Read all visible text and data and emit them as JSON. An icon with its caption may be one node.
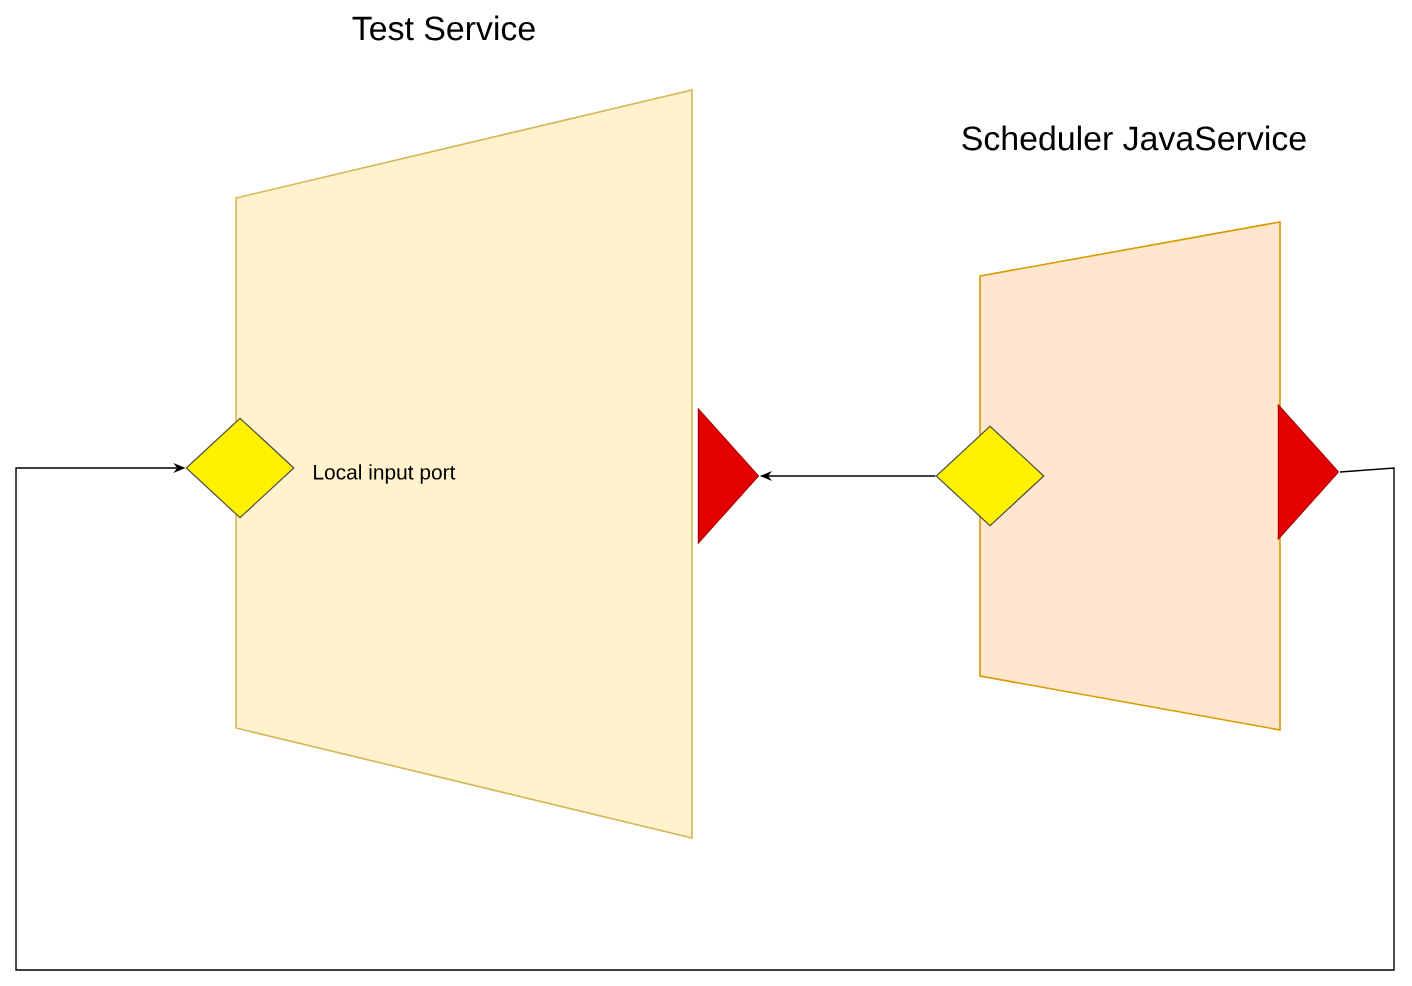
{
  "diagram": {
    "nodes": [
      {
        "text": [
          "Test Service"
        ]
      },
      {
        "text": [
          "Scheduler JavaService"
        ]
      },
      {
        "text": [],
        "shape": "diamond"
      },
      {
        "text": [],
        "shape": "triangle"
      },
      {
        "text": [],
        "shape": "diamond"
      },
      {
        "text": [],
        "shape": "triangle"
      }
    ],
    "edges": [
      {
        "from": 4,
        "to": 3,
        "arrow": "to"
      },
      {
        "from": 5,
        "to": 2,
        "arrow": "to"
      }
    ],
    "labels": [
      "Local input port"
    ]
  }
}
